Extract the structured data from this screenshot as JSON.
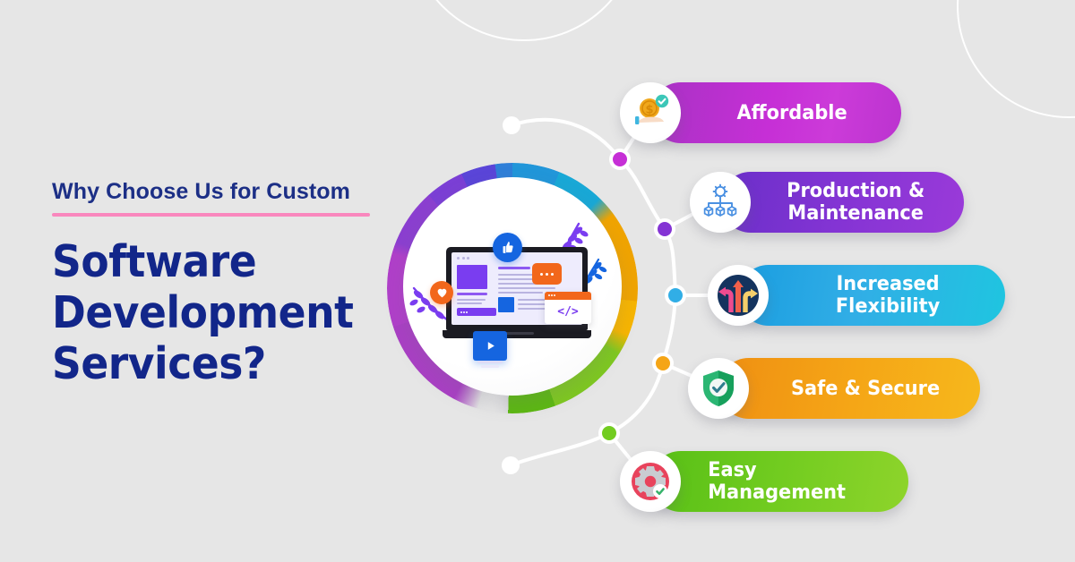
{
  "background_color": "#e6e6e6",
  "heading": {
    "eyebrow": "Why Choose Us for Custom",
    "eyebrow_color": "#1c2f86",
    "rule_color": "#f987bd",
    "title_line_1": "Software",
    "title_line_2": "Development",
    "title_line_3": "Services?",
    "title_color": "#12268a"
  },
  "hub": {
    "ring_colors": [
      "#b03fc9",
      "#7b3fd5",
      "#2196d9",
      "#f0a400",
      "#7ec820"
    ],
    "illustration": {
      "code_glyph": "</>",
      "icons": [
        "thumbs-up-icon",
        "heart-icon",
        "chat-bubble-icon",
        "code-window-icon",
        "play-button-icon",
        "laptop-icon",
        "leaf-icon"
      ]
    }
  },
  "items": [
    {
      "label": "Affordable",
      "icon": "coin-in-hand-icon",
      "pill_from": "#a832c4",
      "pill_to": "#bb33cf",
      "node_color": "#c62fd6"
    },
    {
      "label": "Production &\nMaintenance",
      "label_line_1": "Production &",
      "label_line_2": "Maintenance",
      "icon": "gear-hierarchy-icon",
      "pill_from": "#6a2fc9",
      "pill_to": "#9a3ad9",
      "node_color": "#8434d4"
    },
    {
      "label": "Increased\nFlexibility",
      "label_line_1": "Increased",
      "label_line_2": "Flexibility",
      "icon": "branching-arrows-icon",
      "pill_from": "#1a9de0",
      "pill_to": "#1fc5e0",
      "node_color": "#31aee6"
    },
    {
      "label": "Safe & Secure",
      "icon": "shield-check-icon",
      "pill_from": "#ef8f12",
      "pill_to": "#f6b81c",
      "node_color": "#f5a516"
    },
    {
      "label": "Easy\nManagement",
      "label_line_1": "Easy",
      "label_line_2": "Management",
      "icon": "gear-check-icon",
      "pill_from": "#57bf16",
      "pill_to": "#8ed42b",
      "node_color": "#72cc20"
    }
  ]
}
